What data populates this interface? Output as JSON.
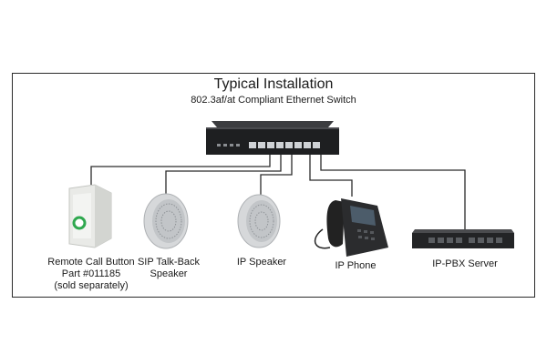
{
  "diagram": {
    "title": "Typical Installation",
    "subtitle": "802.3af/at Compliant Ethernet Switch",
    "devices": [
      {
        "id": "remote-call-button",
        "label_lines": [
          "Remote Call Button",
          "Part #011185",
          "(sold separately)"
        ],
        "icon": "wall-button-icon"
      },
      {
        "id": "sip-talkback-speaker",
        "label_lines": [
          "SIP Talk-Back",
          "Speaker"
        ],
        "icon": "ceiling-speaker-icon"
      },
      {
        "id": "ip-speaker",
        "label_lines": [
          "IP Speaker"
        ],
        "icon": "ceiling-speaker-icon"
      },
      {
        "id": "ip-phone",
        "label_lines": [
          "IP Phone"
        ],
        "icon": "desk-phone-icon"
      },
      {
        "id": "ip-pbx-server",
        "label_lines": [
          "IP-PBX Server"
        ],
        "icon": "server-box-icon"
      }
    ],
    "switch_icon": "ethernet-switch-icon",
    "colors": {
      "line": "#2b2b2b",
      "frame": "#2a2a2a",
      "switch": "#1e1f21",
      "phone": "#222222",
      "led": "#2fa84f"
    }
  }
}
